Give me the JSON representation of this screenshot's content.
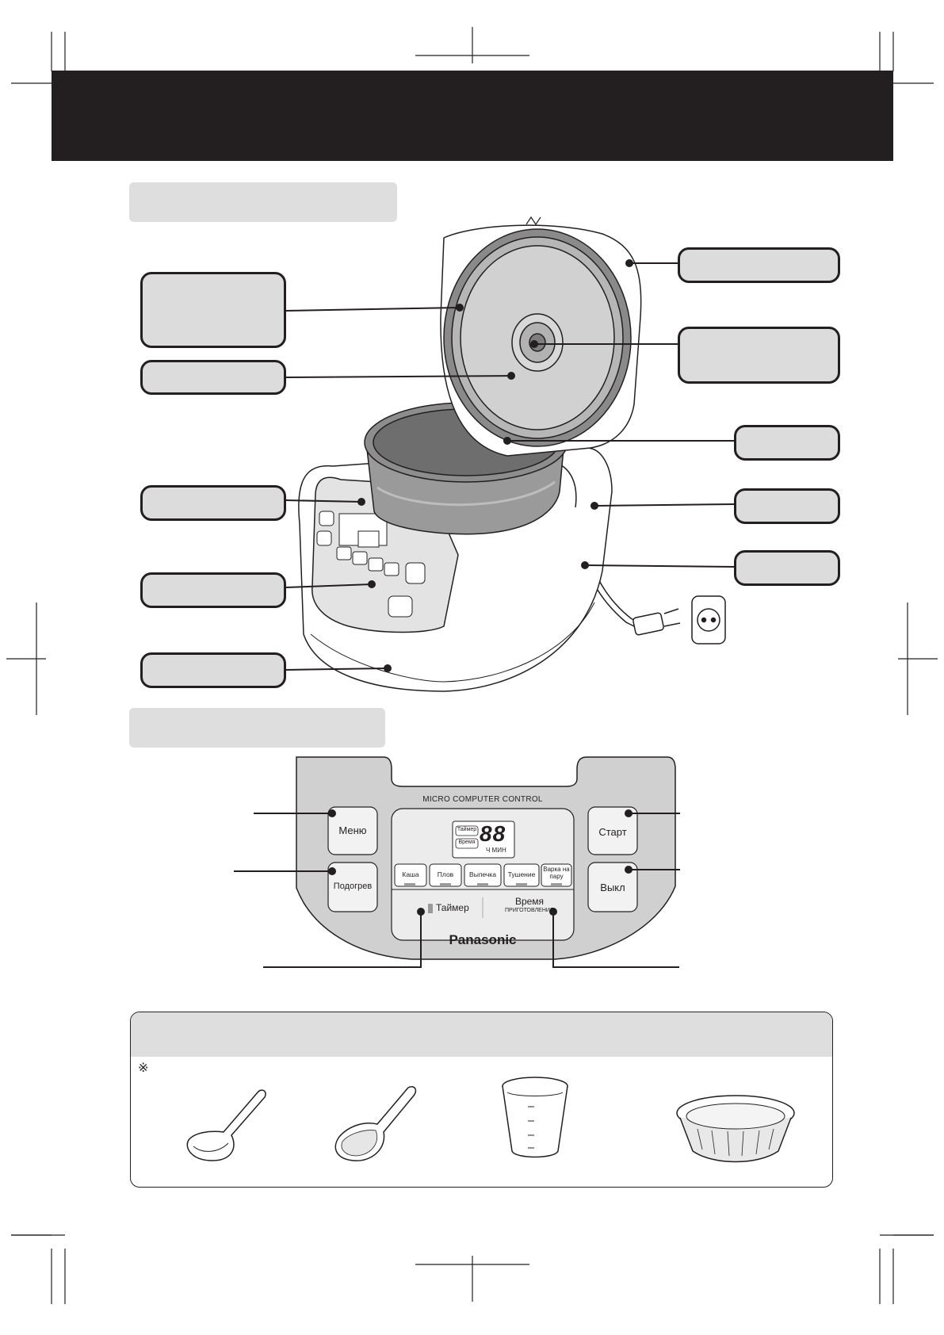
{
  "control_panel": {
    "title": "MICRO COMPUTER CONTROL",
    "brand": "Panasonic",
    "buttons": {
      "menu": "Меню",
      "keep_warm": "Подогрев",
      "start": "Старт",
      "off": "Выкл",
      "timer": "Таймер",
      "cooking_time_line1": "Время",
      "cooking_time_line2": "ПРИГОТОВЛЕНИЯ"
    },
    "display": {
      "timer_tag": "Таймер",
      "time_tag": "Время",
      "digits": "88",
      "units": "Ч МИН"
    },
    "modes": [
      "Каша",
      "Плов",
      "Выпечка",
      "Тушение",
      "Варка на пару"
    ]
  },
  "accessories": {
    "note_symbol": "※",
    "items": [
      "ladle-icon",
      "rice-spatula-icon",
      "measuring-cup-icon",
      "steam-basket-icon"
    ]
  }
}
